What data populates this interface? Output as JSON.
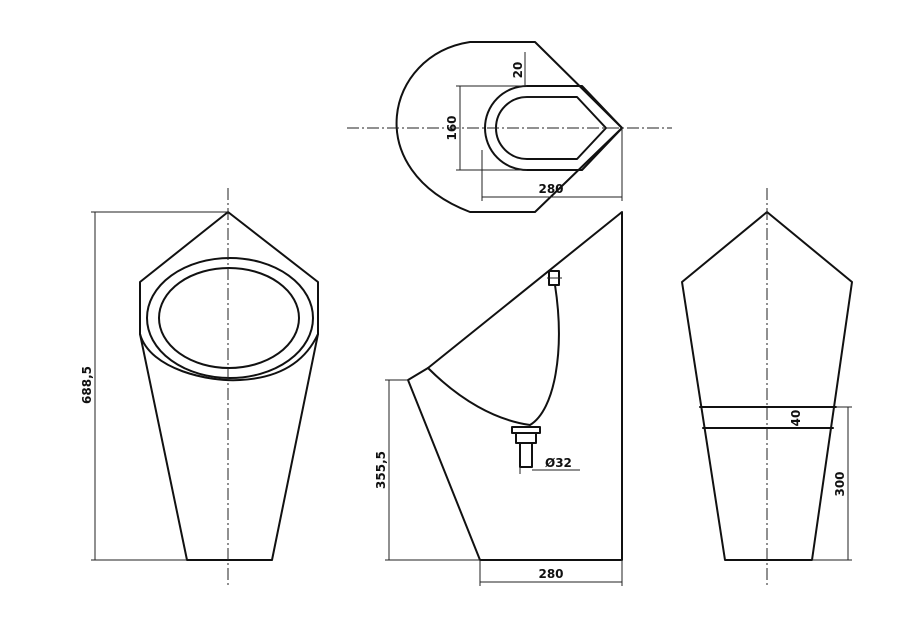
{
  "colors": {
    "line": "#111111",
    "background": "#ffffff"
  },
  "dimensions": {
    "top_depth": "20",
    "top_width": "160",
    "top_length": "280",
    "front_height": "688,5",
    "side_height": "355,5",
    "side_base": "280",
    "drain_diameter": "Ø32",
    "band_height": "40",
    "band_elevation": "300"
  }
}
